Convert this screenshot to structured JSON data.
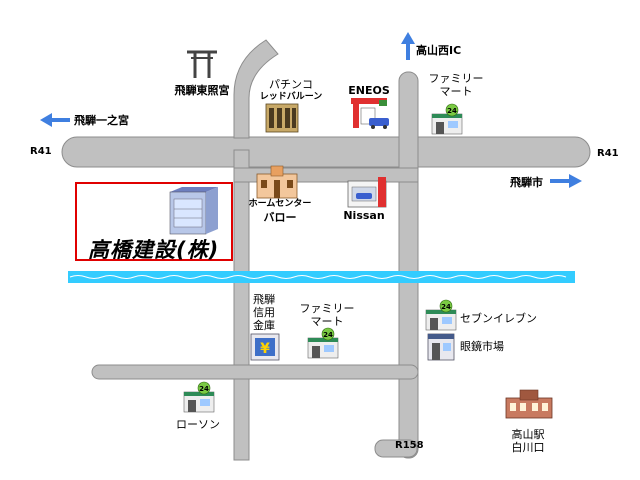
{
  "company": {
    "name": "高橋建設(株)"
  },
  "roads": {
    "r41_left": "R41",
    "r41_right": "R41",
    "r158": "R158"
  },
  "directions": {
    "hida_ichinomiya": "飛騨一之宮",
    "takayama_nishi_ic": "高山西IC",
    "hida_city": "飛騨市"
  },
  "landmarks": {
    "hida_toshogu": "飛騨東照宮",
    "pachinko_line1": "パチンコ",
    "pachinko_line2": "レッドバルーン",
    "eneos": "ENEOS",
    "familymart_top_line1": "ファミリー",
    "familymart_top_line2": "マート",
    "homecenter_line1": "ホームセンター",
    "homecenter_line2": "バロー",
    "nissan": "Nissan",
    "hida_shinyo_line1": "飛騨",
    "hida_shinyo_line2": "信用",
    "hida_shinyo_line3": "金庫",
    "familymart_mid_line1": "ファミリー",
    "familymart_mid_line2": "マート",
    "seven_eleven": "セブンイレブン",
    "megane_ichiba": "眼鏡市場",
    "lawson": "ローソン",
    "takayama_station_line1": "高山駅",
    "takayama_station_line2": "白川口"
  },
  "icons": {
    "store_badge": "24",
    "bank_symbol": "¥"
  },
  "colors": {
    "road": "#c0c0c0",
    "road_outline": "#8c8c8c",
    "river": "#33ccff",
    "highlight": "#e00000",
    "arrow": "#3f7fe0"
  }
}
